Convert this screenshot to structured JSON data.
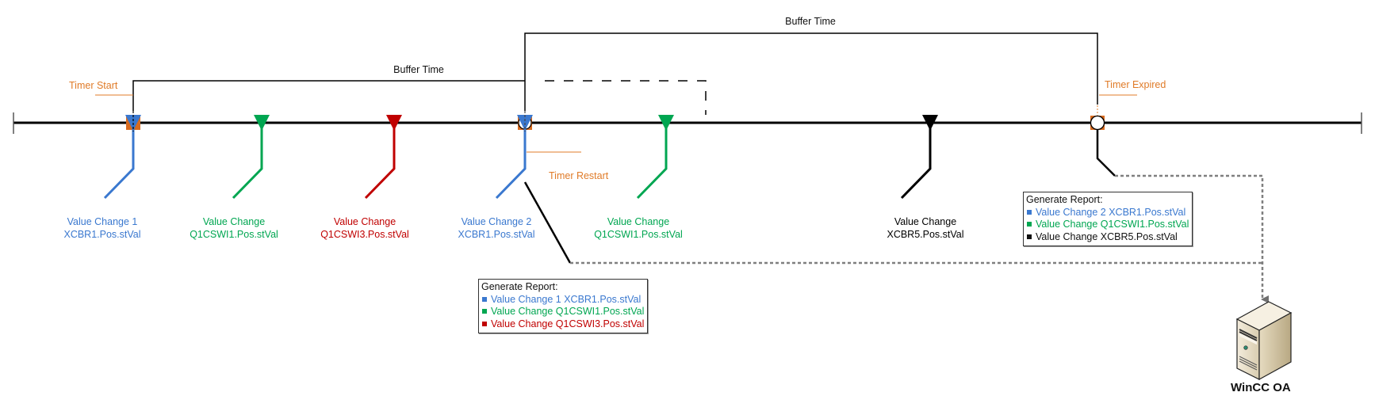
{
  "colors": {
    "blue": "#3a78cf",
    "green": "#00a651",
    "red": "#c00000",
    "black": "#000000",
    "orange": "#e07b28",
    "dashed_gray": "#7f7f7f"
  },
  "buffer_labels": {
    "first": "Buffer Time",
    "second": "Buffer Time"
  },
  "timer_labels": {
    "start": "Timer Start",
    "restart": "Timer Restart",
    "expired": "Timer Expired"
  },
  "events": [
    {
      "line1": "Value Change 1",
      "line2": "XCBR1.Pos.stVal",
      "color": "blue"
    },
    {
      "line1": "Value Change",
      "line2": "Q1CSWI1.Pos.stVal",
      "color": "green"
    },
    {
      "line1": "Value Change",
      "line2": "Q1CSWI3.Pos.stVal",
      "color": "red"
    },
    {
      "line1": "Value Change 2",
      "line2": "XCBR1.Pos.stVal",
      "color": "blue"
    },
    {
      "line1": "Value Change",
      "line2": "Q1CSWI1.Pos.stVal",
      "color": "green"
    },
    {
      "line1": "Value Change",
      "line2": "XCBR5.Pos.stVal",
      "color": "black"
    }
  ],
  "reports": [
    {
      "title": "Generate Report:",
      "items": [
        {
          "text": "Value Change 1 XCBR1.Pos.stVal",
          "color": "blue"
        },
        {
          "text": "Value Change Q1CSWI1.Pos.stVal",
          "color": "green"
        },
        {
          "text": "Value Change Q1CSWI3.Pos.stVal",
          "color": "red"
        }
      ]
    },
    {
      "title": "Generate Report:",
      "items": [
        {
          "text": "Value Change 2 XCBR1.Pos.stVal",
          "color": "blue"
        },
        {
          "text": "Value Change Q1CSWI1.Pos.stVal",
          "color": "green"
        },
        {
          "text": "Value Change XCBR5.Pos.stVal",
          "color": "black"
        }
      ]
    }
  ],
  "server": {
    "label": "WinCC OA",
    "icon": "server-tower-icon"
  }
}
